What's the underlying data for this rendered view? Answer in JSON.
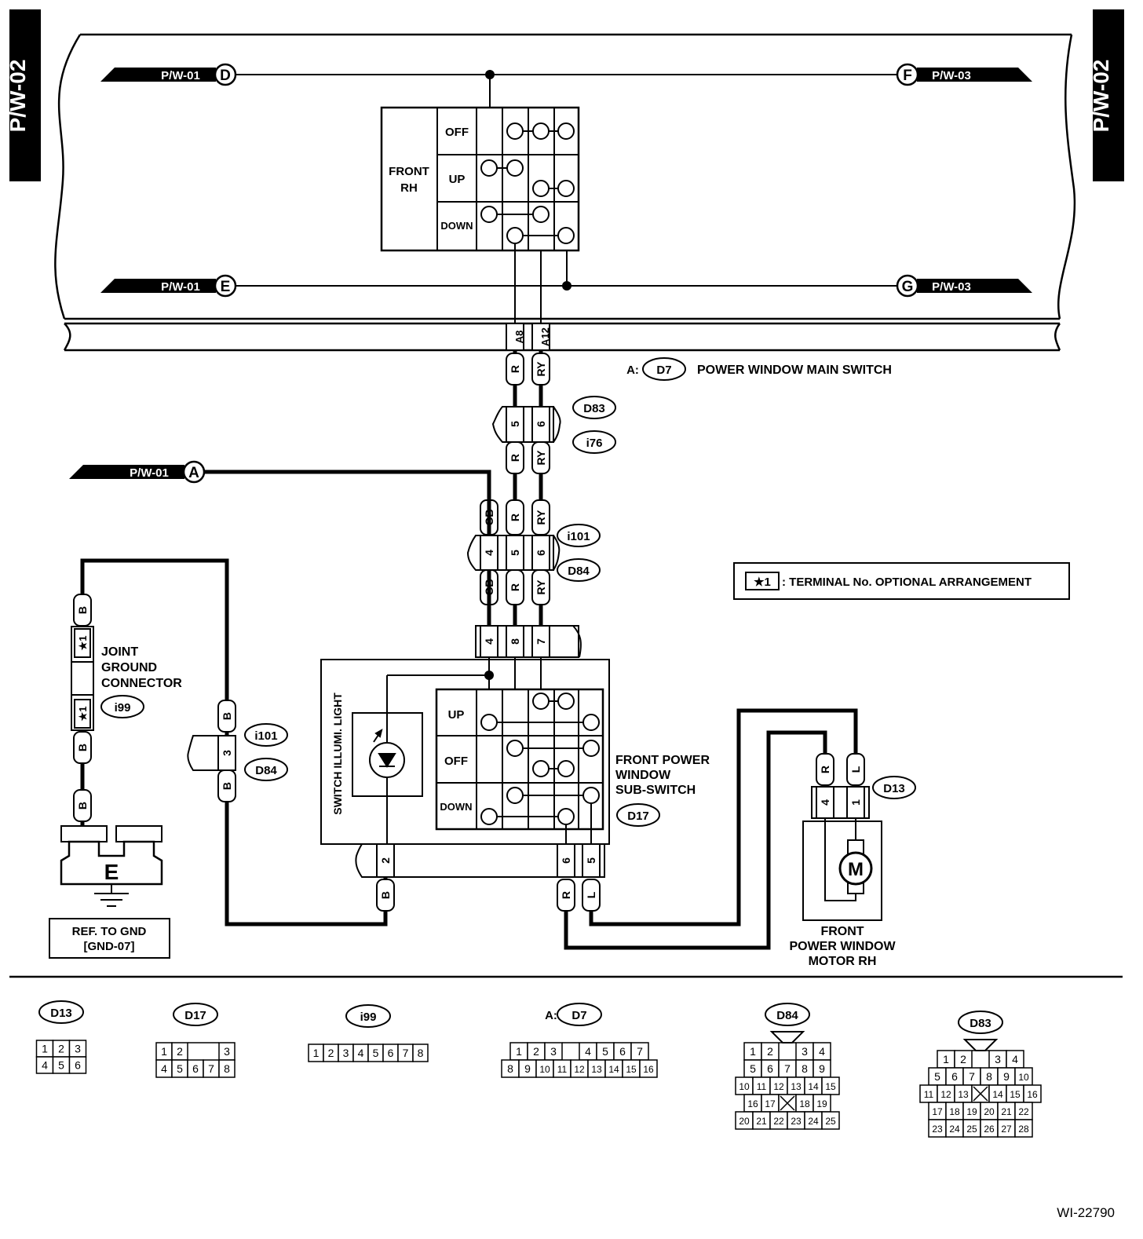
{
  "page": {
    "side_tag": "P/W-02",
    "figure_id": "WI-22790",
    "optional_note": "★1 : TERMINAL No. OPTIONAL ARRANGEMENT",
    "optional_mark": "★1",
    "optional_text": ": TERMINAL No. OPTIONAL ARRANGEMENT"
  },
  "refs": {
    "pw01": "P/W-01",
    "pw03": "P/W-03",
    "D": "D",
    "E": "E",
    "F": "F",
    "G": "G",
    "A": "A"
  },
  "main_switch": {
    "label_line1": "FRONT",
    "label_line2": "RH",
    "rows": [
      "OFF",
      "UP",
      "DOWN"
    ],
    "pins": [
      "A8",
      "A12"
    ],
    "connector_prefix": "A:",
    "connector": "D7",
    "name": "POWER WINDOW MAIN SWITCH"
  },
  "wires": {
    "R": "R",
    "RY": "RY",
    "GB": "GB",
    "B": "B",
    "L": "L"
  },
  "connectors": {
    "D83": "D83",
    "i76": "i76",
    "i101": "i101",
    "D84": "D84",
    "D13": "D13",
    "D17": "D17",
    "i99": "i99",
    "D7": "D7"
  },
  "pins": {
    "p5": "5",
    "p6": "6",
    "p4": "4",
    "p8": "8",
    "p7": "7",
    "p3": "3",
    "p2": "2",
    "p1": "1",
    "star": "★1"
  },
  "sub_switch": {
    "illumi": "SWITCH ILLUMI. LIGHT",
    "rows": [
      "UP",
      "OFF",
      "DOWN"
    ],
    "name_line1": "FRONT POWER",
    "name_line2": "WINDOW",
    "name_line3": "SUB-SWITCH"
  },
  "ground": {
    "joint_line1": "JOINT",
    "joint_line2": "GROUND",
    "joint_line3": "CONNECTOR",
    "ground_letter": "E",
    "ref_line1": "REF. TO GND",
    "ref_line2": "[GND-07]"
  },
  "motor": {
    "symbol": "M",
    "name_line1": "FRONT",
    "name_line2": "POWER WINDOW",
    "name_line3": "MOTOR RH"
  },
  "connector_views": {
    "D13": {
      "label": "D13",
      "rows": [
        [
          "1",
          "2",
          "3"
        ],
        [
          "4",
          "5",
          "6"
        ]
      ]
    },
    "D17": {
      "label": "D17",
      "rows": [
        [
          "1",
          "2",
          "",
          "",
          "3"
        ],
        [
          "4",
          "5",
          "6",
          "7",
          "8"
        ]
      ]
    },
    "i99": {
      "label": "i99",
      "rows": [
        [
          "1",
          "2",
          "3",
          "4",
          "5",
          "6",
          "7",
          "8"
        ]
      ]
    },
    "D7": {
      "prefix": "A:",
      "label": "D7",
      "rows": [
        [
          "1",
          "2",
          "3",
          "",
          "4",
          "5",
          "6",
          "7"
        ],
        [
          "8",
          "9",
          "10",
          "11",
          "12",
          "13",
          "14",
          "15",
          "16"
        ]
      ]
    },
    "D84": {
      "label": "D84",
      "rows": [
        [
          "1",
          "2",
          "",
          "3",
          "4"
        ],
        [
          "5",
          "6",
          "7",
          "8",
          "9"
        ],
        [
          "10",
          "11",
          "12",
          "13",
          "14",
          "15"
        ],
        [
          "16",
          "17",
          "×",
          "18",
          "19"
        ],
        [
          "20",
          "21",
          "22",
          "23",
          "24",
          "25"
        ]
      ]
    },
    "D83": {
      "label": "D83",
      "rows": [
        [
          "1",
          "2",
          "",
          "3",
          "4"
        ],
        [
          "5",
          "6",
          "7",
          "8",
          "9",
          "10"
        ],
        [
          "11",
          "12",
          "13",
          "×",
          "14",
          "15",
          "16"
        ],
        [
          "17",
          "18",
          "19",
          "20",
          "21",
          "22"
        ],
        [
          "23",
          "24",
          "25",
          "26",
          "27",
          "28"
        ]
      ]
    }
  }
}
